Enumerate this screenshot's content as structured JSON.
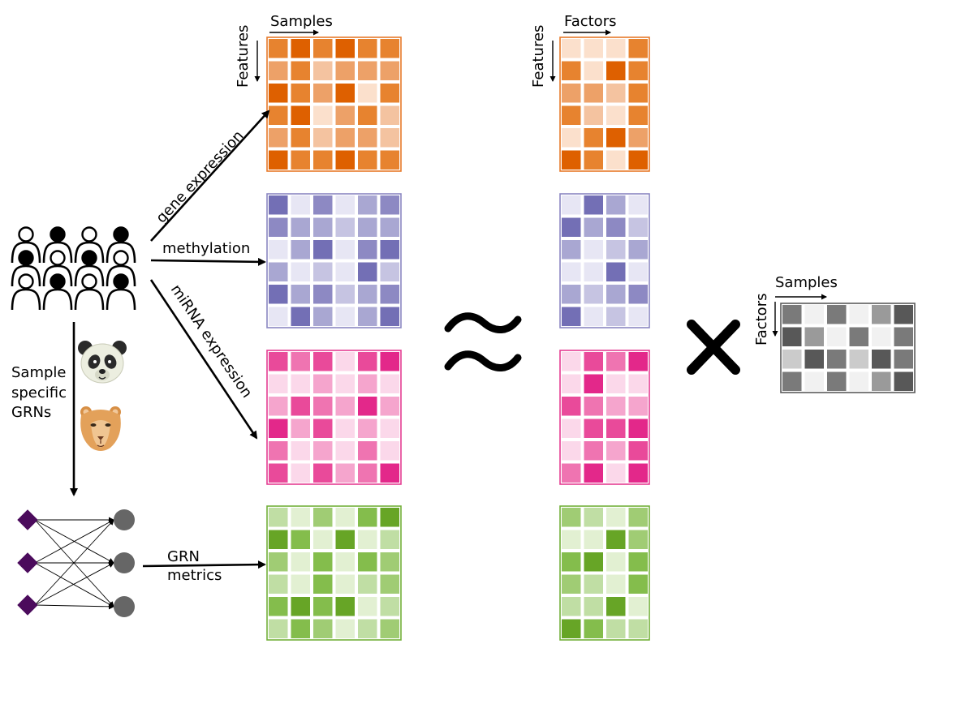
{
  "labels": {
    "samples_top": "Samples",
    "features_left": "Features",
    "factors_top": "Factors",
    "features_mid": "Features",
    "samples_right": "Samples",
    "factors_right": "Factors",
    "gene_expression": "gene expression",
    "methylation": "methylation",
    "mirna_expression": "miRNA expression",
    "grn_metrics_1": "GRN",
    "grn_metrics_2": "metrics",
    "sample_specific_1": "Sample",
    "sample_specific_2": "specific",
    "sample_specific_3": "GRNs"
  },
  "symbols": {
    "approx": "≈",
    "times": "×"
  },
  "icons": [
    "people-icon",
    "panda-icon",
    "lioness-icon",
    "gene-regulatory-network-icon"
  ],
  "palettes": {
    "orange": [
      "#fbe0cc",
      "#f4c3a0",
      "#eda168",
      "#e7832f",
      "#de6000"
    ],
    "purple": [
      "#e7e6f4",
      "#c6c4e2",
      "#a9a7d2",
      "#8d89c3",
      "#736fb5"
    ],
    "pink": [
      "#fbd8ea",
      "#f5a5cd",
      "#ef74b1",
      "#e94a9a",
      "#e3288a"
    ],
    "green": [
      "#e2f0d2",
      "#c0dea4",
      "#a0cc74",
      "#84bd4c",
      "#67a526"
    ],
    "gray": [
      "#f1f1f1",
      "#cbcbcb",
      "#9a9a9a",
      "#7a7a7a",
      "#585858"
    ]
  },
  "border_colors": {
    "orange": "#e87a2a",
    "purple": "#8b87c2",
    "pink": "#e43d92",
    "green": "#73b03a",
    "gray": "#5b5b5b"
  },
  "matrices": {
    "gene_expression_data": [
      [
        3,
        4,
        3,
        4,
        3,
        3
      ],
      [
        2,
        3,
        1,
        2,
        2,
        2
      ],
      [
        4,
        3,
        2,
        4,
        0,
        3
      ],
      [
        3,
        4,
        0,
        2,
        3,
        1
      ],
      [
        2,
        3,
        1,
        2,
        2,
        1
      ],
      [
        4,
        3,
        3,
        4,
        3,
        3
      ]
    ],
    "methylation_data": [
      [
        4,
        0,
        3,
        0,
        2,
        3
      ],
      [
        3,
        2,
        2,
        1,
        2,
        2
      ],
      [
        0,
        2,
        4,
        0,
        3,
        4
      ],
      [
        2,
        0,
        1,
        0,
        4,
        1
      ],
      [
        4,
        2,
        3,
        1,
        2,
        3
      ],
      [
        0,
        4,
        2,
        0,
        2,
        4
      ]
    ],
    "mirna_data": [
      [
        3,
        2,
        3,
        0,
        3,
        4
      ],
      [
        0,
        0,
        1,
        0,
        1,
        0
      ],
      [
        1,
        3,
        2,
        1,
        4,
        1
      ],
      [
        4,
        1,
        3,
        0,
        1,
        0
      ],
      [
        2,
        0,
        1,
        0,
        2,
        0
      ],
      [
        3,
        0,
        3,
        1,
        2,
        4
      ]
    ],
    "grn_data": [
      [
        1,
        0,
        2,
        0,
        3,
        4
      ],
      [
        4,
        3,
        0,
        4,
        0,
        1
      ],
      [
        2,
        0,
        3,
        0,
        3,
        2
      ],
      [
        1,
        0,
        3,
        0,
        1,
        2
      ],
      [
        3,
        4,
        3,
        4,
        0,
        1
      ],
      [
        1,
        3,
        2,
        0,
        1,
        2
      ]
    ],
    "gene_expression_factors": [
      [
        0,
        0,
        0,
        3
      ],
      [
        3,
        0,
        4,
        3
      ],
      [
        2,
        2,
        1,
        3
      ],
      [
        3,
        1,
        0,
        3
      ],
      [
        0,
        3,
        4,
        2
      ],
      [
        4,
        3,
        0,
        4
      ]
    ],
    "methylation_factors": [
      [
        0,
        4,
        2,
        0
      ],
      [
        4,
        2,
        3,
        1
      ],
      [
        2,
        0,
        1,
        2
      ],
      [
        0,
        0,
        4,
        0
      ],
      [
        2,
        1,
        2,
        3
      ],
      [
        4,
        0,
        1,
        0
      ]
    ],
    "mirna_factors": [
      [
        0,
        3,
        2,
        4
      ],
      [
        0,
        4,
        0,
        0
      ],
      [
        3,
        2,
        1,
        1
      ],
      [
        0,
        3,
        3,
        4
      ],
      [
        0,
        2,
        1,
        3
      ],
      [
        2,
        4,
        0,
        4
      ]
    ],
    "grn_factors": [
      [
        2,
        1,
        0,
        2
      ],
      [
        0,
        0,
        4,
        2
      ],
      [
        3,
        4,
        0,
        3
      ],
      [
        2,
        1,
        0,
        3
      ],
      [
        1,
        1,
        4,
        0
      ],
      [
        4,
        3,
        1,
        1
      ]
    ],
    "sample_factor_matrix": [
      [
        3,
        0,
        3,
        0,
        2,
        4
      ],
      [
        4,
        2,
        0,
        3,
        0,
        3
      ],
      [
        1,
        4,
        3,
        1,
        4,
        3
      ],
      [
        3,
        0,
        3,
        0,
        2,
        4
      ]
    ]
  }
}
